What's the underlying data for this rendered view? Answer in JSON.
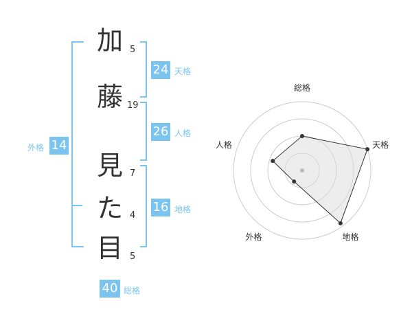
{
  "name": {
    "characters": [
      {
        "char": "加",
        "strokes": "5"
      },
      {
        "char": "藤",
        "strokes": "19"
      },
      {
        "char": "見",
        "strokes": "7"
      },
      {
        "char": "た",
        "strokes": "4"
      },
      {
        "char": "目",
        "strokes": "5"
      }
    ]
  },
  "fortunes": {
    "tenkaku": {
      "value": "24",
      "label": "天格"
    },
    "jinkaku": {
      "value": "26",
      "label": "人格"
    },
    "chikaku": {
      "value": "16",
      "label": "地格"
    },
    "gaikaku": {
      "value": "14",
      "label": "外格"
    },
    "soukaku": {
      "value": "40",
      "label": "総格"
    }
  },
  "chart_data": {
    "type": "radar",
    "axes": [
      "総格",
      "天格",
      "地格",
      "外格",
      "人格"
    ],
    "values": [
      0.5,
      1.0,
      0.95,
      0.2,
      0.45
    ],
    "max": 1.0,
    "rings": 4,
    "grid": true
  },
  "colors": {
    "accent": "#7cc4f0",
    "text": "#333333",
    "fill": "#f0f0f0"
  }
}
